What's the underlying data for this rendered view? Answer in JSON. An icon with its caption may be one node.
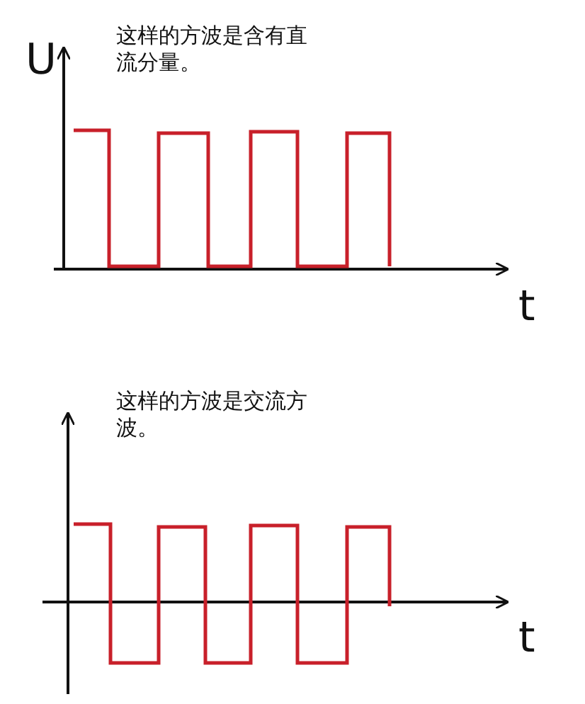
{
  "diagram": {
    "labels": [
      "这样的方波是含有直流分量。",
      "U",
      "t",
      "这样的方波是交流方波。",
      "t"
    ]
  }
}
